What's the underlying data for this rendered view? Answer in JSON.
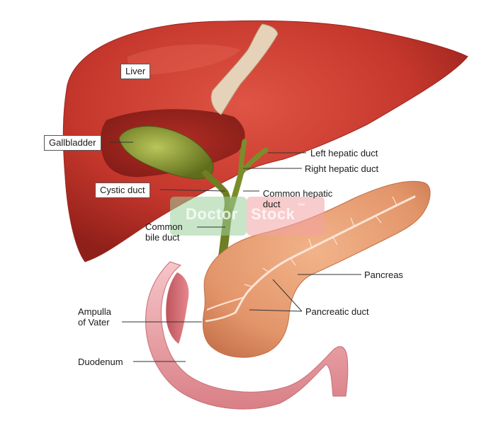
{
  "labels": {
    "liver": "Liver",
    "gallbladder": "Gallbladder",
    "cystic_duct": "Cystic duct",
    "left_hepatic_duct": "Left hepatic duct",
    "right_hepatic_duct": "Right hepatic duct",
    "common_hepatic_duct_line1": "Common hepatic",
    "common_hepatic_duct_line2": "duct",
    "common_bile_duct_line1": "Common",
    "common_bile_duct_line2": "bile duct",
    "pancreas": "Pancreas",
    "pancreatic_duct": "Pancreatic duct",
    "ampulla_line1": "Ampulla",
    "ampulla_line2": "of Vater",
    "duodenum": "Duodenum"
  },
  "watermark": {
    "part1": "Doctor",
    "part2": "Stock",
    "tm": "™"
  },
  "colors": {
    "liver": "#c5372c",
    "liver_dark": "#8f1f19",
    "gallbladder": "#8a9a2e",
    "bile_duct": "#7b8d2a",
    "pancreas": "#e59a6e",
    "duodenum": "#e8a0a4",
    "watermark_green": "#9ccf9a",
    "watermark_red": "#f2a3a3"
  }
}
